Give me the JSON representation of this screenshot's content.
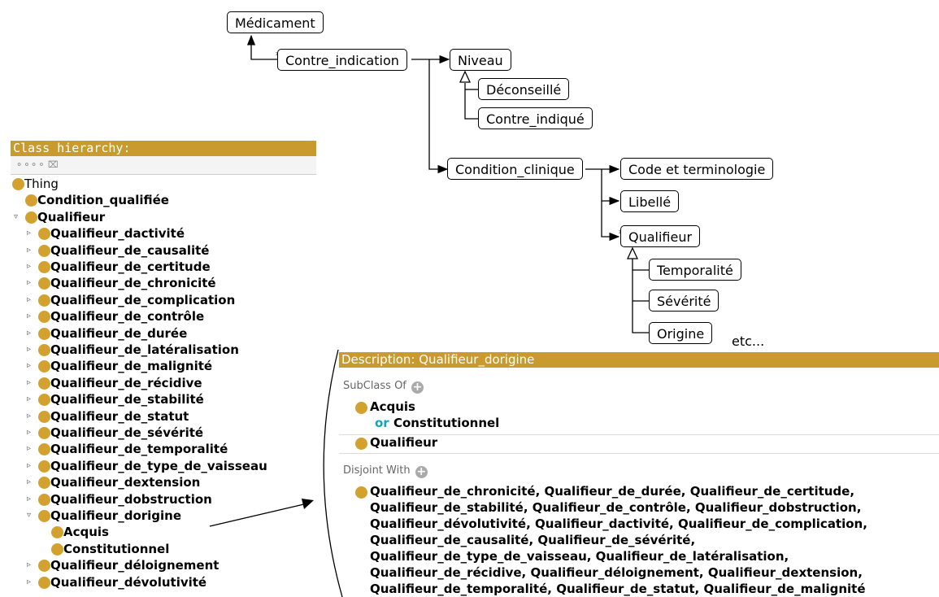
{
  "diagram": {
    "nodes": {
      "medicament": "Médicament",
      "contre_indication": "Contre_indication",
      "niveau": "Niveau",
      "deconseille": "Déconseillé",
      "contre_indique": "Contre_indiqué",
      "condition_clinique": "Condition_clinique",
      "code_terminologie": "Code et terminologie",
      "libelle": "Libellé",
      "qualifieur": "Qualifieur",
      "temporalite": "Temporalité",
      "severite": "Sévérité",
      "origine": "Origine"
    },
    "multiplicity": "*",
    "etc": "etc..."
  },
  "hierarchy": {
    "title": "Class hierarchy:",
    "rows": [
      {
        "label": "Thing",
        "toggle": "▿",
        "bold": false
      },
      {
        "label": "Condition_qualifiée",
        "toggle": "",
        "bold": true
      },
      {
        "label": "Qualifieur",
        "toggle": "▿",
        "bold": true
      },
      {
        "label": "Qualifieur_dactivité",
        "toggle": "▹",
        "bold": true
      },
      {
        "label": "Qualifieur_de_causalité",
        "toggle": "▹",
        "bold": true
      },
      {
        "label": "Qualifieur_de_certitude",
        "toggle": "▹",
        "bold": true
      },
      {
        "label": "Qualifieur_de_chronicité",
        "toggle": "▹",
        "bold": true
      },
      {
        "label": "Qualifieur_de_complication",
        "toggle": "▹",
        "bold": true
      },
      {
        "label": "Qualifieur_de_contrôle",
        "toggle": "▹",
        "bold": true
      },
      {
        "label": "Qualifieur_de_durée",
        "toggle": "▹",
        "bold": true
      },
      {
        "label": "Qualifieur_de_latéralisation",
        "toggle": "▹",
        "bold": true
      },
      {
        "label": "Qualifieur_de_malignité",
        "toggle": "▹",
        "bold": true
      },
      {
        "label": "Qualifieur_de_récidive",
        "toggle": "▹",
        "bold": true
      },
      {
        "label": "Qualifieur_de_stabilité",
        "toggle": "▹",
        "bold": true
      },
      {
        "label": "Qualifieur_de_statut",
        "toggle": "▹",
        "bold": true
      },
      {
        "label": "Qualifieur_de_sévérité",
        "toggle": "▹",
        "bold": true
      },
      {
        "label": "Qualifieur_de_temporalité",
        "toggle": "▹",
        "bold": true
      },
      {
        "label": "Qualifieur_de_type_de_vaisseau",
        "toggle": "▹",
        "bold": true
      },
      {
        "label": "Qualifieur_dextension",
        "toggle": "▹",
        "bold": true
      },
      {
        "label": "Qualifieur_dobstruction",
        "toggle": "▹",
        "bold": true
      },
      {
        "label": "Qualifieur_dorigine",
        "toggle": "▿",
        "bold": true
      },
      {
        "label": "Acquis",
        "toggle": "",
        "bold": true
      },
      {
        "label": "Constitutionnel",
        "toggle": "",
        "bold": true
      },
      {
        "label": "Qualifieur_déloignement",
        "toggle": "▹",
        "bold": true
      },
      {
        "label": "Qualifieur_dévolutivité",
        "toggle": "▹",
        "bold": true
      }
    ]
  },
  "description": {
    "title": "Description: Qualifieur_dorigine",
    "subclass_header": "SubClass Of",
    "subclass_first": "Acquis",
    "or_keyword": "or",
    "subclass_first_cont": "Constitutionnel",
    "subclass_second": "Qualifieur",
    "disjoint_header": "Disjoint With",
    "disjoint_lines": [
      "Qualifieur_de_chronicité, Qualifieur_de_durée, Qualifieur_de_certitude,",
      "Qualifieur_de_stabilité, Qualifieur_de_contrôle, Qualifieur_dobstruction,",
      "Qualifieur_dévolutivité, Qualifieur_dactivité, Qualifieur_de_complication,",
      "Qualifieur_de_causalité, Qualifieur_de_sévérité,",
      "Qualifieur_de_type_de_vaisseau, Qualifieur_de_latéralisation,",
      "Qualifieur_de_récidive, Qualifieur_déloignement, Qualifieur_dextension,",
      "Qualifieur_de_temporalité, Qualifieur_de_statut, Qualifieur_de_malignité"
    ]
  },
  "colors": {
    "panel_header": "#c99a2e",
    "class_dot": "#d3a12f",
    "or_keyword": "#16a5b5"
  }
}
